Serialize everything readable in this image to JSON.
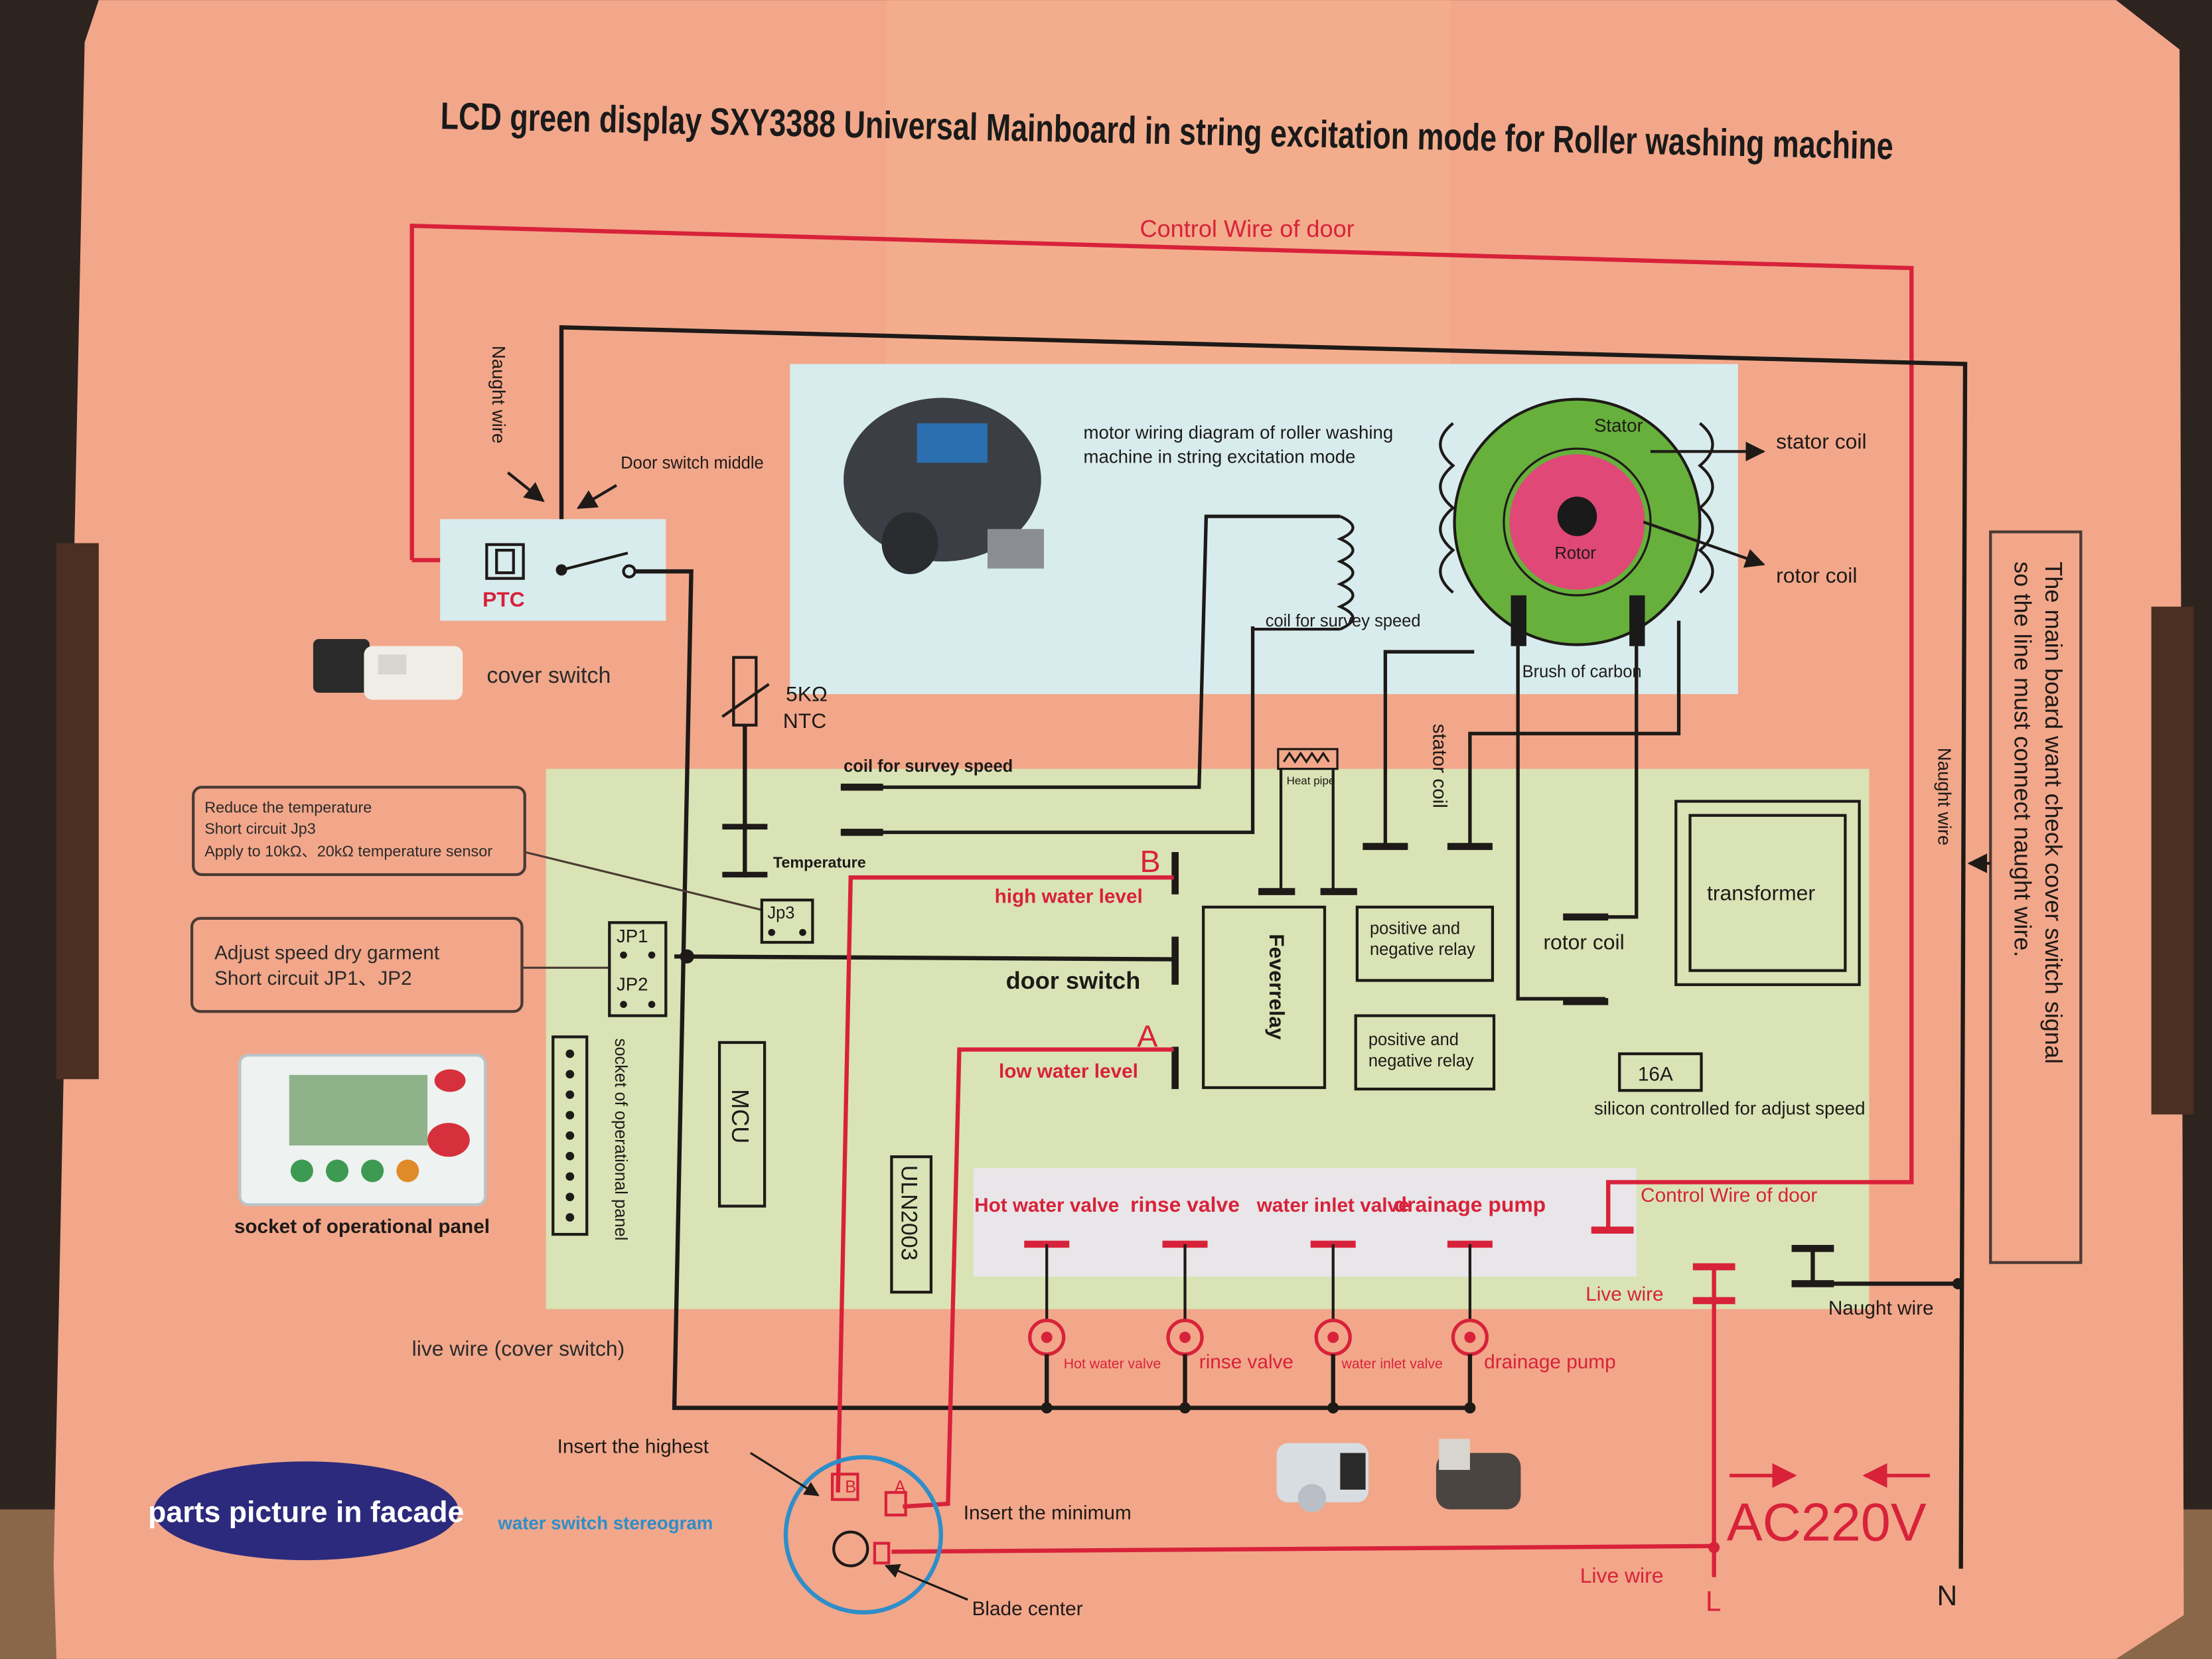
{
  "title": "LCD green display SXY3388 Universal Mainboard in string excitation mode for Roller washing machine",
  "motor_panel": {
    "caption": "motor wiring diagram of roller washing machine in string excitation mode",
    "stator": "Stator",
    "rotor": "Rotor",
    "stator_coil": "stator coil",
    "rotor_coil": "rotor coil",
    "brush": "Brush of carbon",
    "coil_survey": "coil for survey speed"
  },
  "wires": {
    "control_door_top": "Control Wire of door",
    "control_door_bottom": "Control Wire of door",
    "naught_left": "Naught wire",
    "naught_right": "Naught wire",
    "naught_bottom": "Naught wire",
    "door_switch_middle": "Door switch middle",
    "live_wire_cover": "live wire (cover switch)",
    "live_wire_1": "Live wire",
    "live_wire_2": "Live wire"
  },
  "left": {
    "ptc": "PTC",
    "cover_switch": "cover switch",
    "ntc": [
      "5KΩ",
      "NTC"
    ],
    "note_temp": [
      "Reduce  the  temperature",
      "Short  circuit  Jp3",
      "Apply to 10kΩ、20kΩ  temperature sensor"
    ],
    "note_speed": [
      "Adjust  speed  dry  garment",
      "Short  circuit  JP1、JP2"
    ],
    "jp1": "JP1",
    "jp2": "JP2",
    "jp3": "Jp3",
    "socket_panel_label": "socket of operational panel",
    "socket_vertical": "socket of operational panel",
    "parts_picture": "parts picture in facade",
    "water_switch": "water switch stereogram",
    "insert_highest": "Insert the highest",
    "insert_minimum": "Insert the minimum",
    "blade_center": "Blade center"
  },
  "board": {
    "coil_survey": "coil for survey speed",
    "temperature": "Temperature",
    "heat_pipe": "Heat pipe",
    "stator_coil": "stator coil",
    "rotor_coil": "rotor coil",
    "high_water": "high water level",
    "low_water": "low water level",
    "door_switch": "door switch",
    "b": "B",
    "a": "A",
    "feverrelay": "Feverrelay",
    "relay": [
      "positive  and",
      "negative relay"
    ],
    "transformer": "transformer",
    "scr_rating": "16A",
    "scr": "silicon controlled for adjust speed",
    "mcu": "MCU",
    "uln": "ULN2003"
  },
  "outputs": {
    "top": [
      "Hot water valve",
      "rinse valve",
      "water inlet valve",
      "drainage pump"
    ],
    "bottom": [
      "Hot water valve",
      "rinse valve",
      "water inlet valve",
      "drainage pump"
    ]
  },
  "right_note": [
    "The main board want check cover switch signal",
    "so the line must connect naught wire."
  ],
  "power": {
    "ac": "AC220V",
    "l": "L",
    "n": "N"
  },
  "colors": {
    "box_bg": "#f2a78a",
    "green_zone": "#d9e3b5",
    "motor_panel": "#d8ecee",
    "red_wire": "#d8223a",
    "black_wire": "#1e1a18",
    "stator_green": "#66b03b",
    "rotor_pink": "#e04878"
  }
}
